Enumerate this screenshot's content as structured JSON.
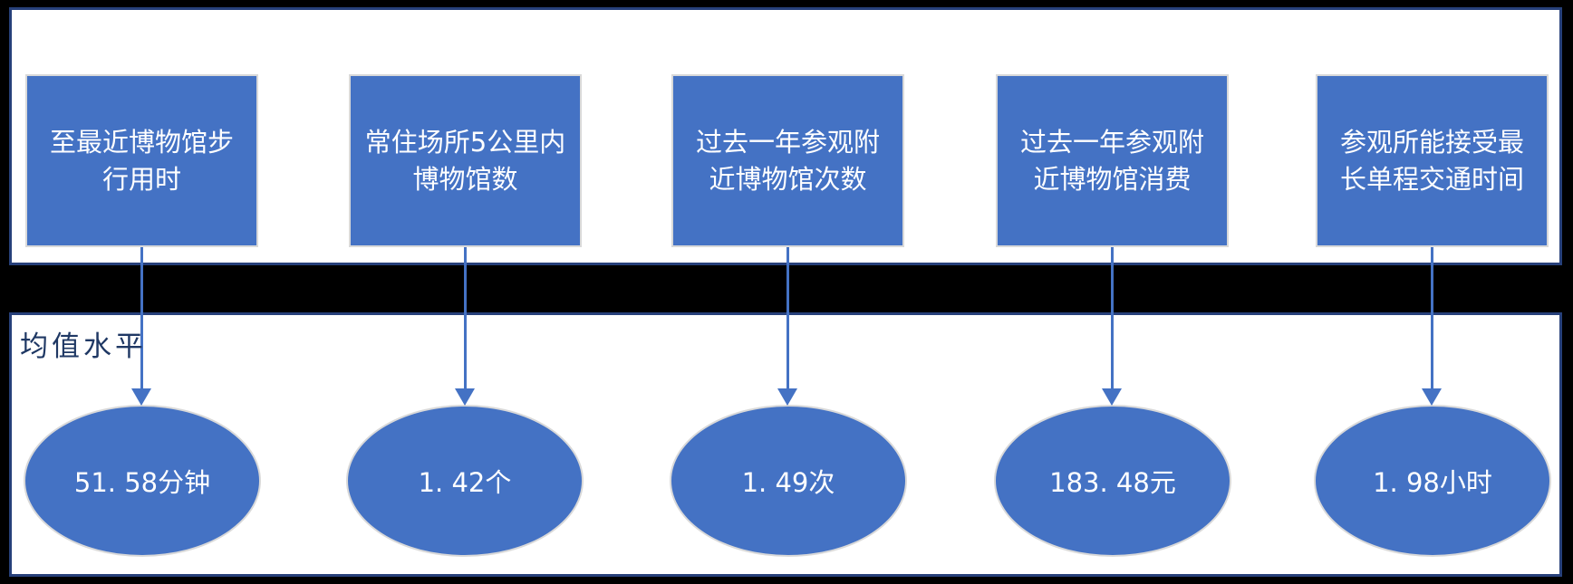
{
  "diagram": {
    "title_hidden": "",
    "section_label": "均值水平",
    "colors": {
      "shape_fill": "#4472c4",
      "shape_border": "#d9d9d9",
      "panel_border": "#27407a",
      "arrow": "#4472c4",
      "label_text": "#1f3864",
      "shape_text": "#ffffff",
      "background": "#000000"
    },
    "columns": [
      {
        "indicator": "至最近博物馆步\n行用时",
        "mean_value": "51. 58分钟"
      },
      {
        "indicator": "常住场所5公里内\n博物馆数",
        "mean_value": "1. 42个"
      },
      {
        "indicator": "过去一年参观附\n近博物馆次数",
        "mean_value": "1. 49次"
      },
      {
        "indicator": "过去一年参观附\n近博物馆消费",
        "mean_value": "183. 48元"
      },
      {
        "indicator": "参观所能接受最\n长单程交通时间",
        "mean_value": "1. 98小时"
      }
    ]
  }
}
